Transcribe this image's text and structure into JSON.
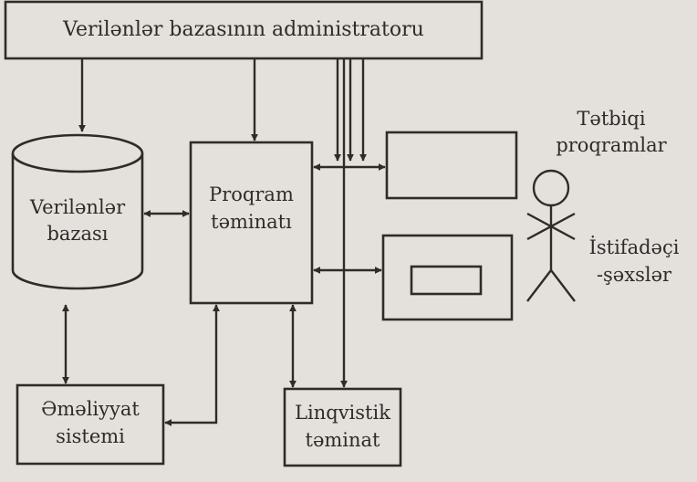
{
  "diagram": {
    "admin_box": "Verilənlər bazasının administratoru",
    "database": [
      "Verilənlər",
      "bazası"
    ],
    "software": [
      "Proqram",
      "təminatı"
    ],
    "os": [
      "Əməliyyat",
      "sistemi"
    ],
    "linguistic": [
      "Linqvistik",
      "təminat"
    ],
    "applications": [
      "Tətbiqi",
      "proqramlar"
    ],
    "users": [
      "İstifadəçi",
      "-şəxslər"
    ]
  }
}
